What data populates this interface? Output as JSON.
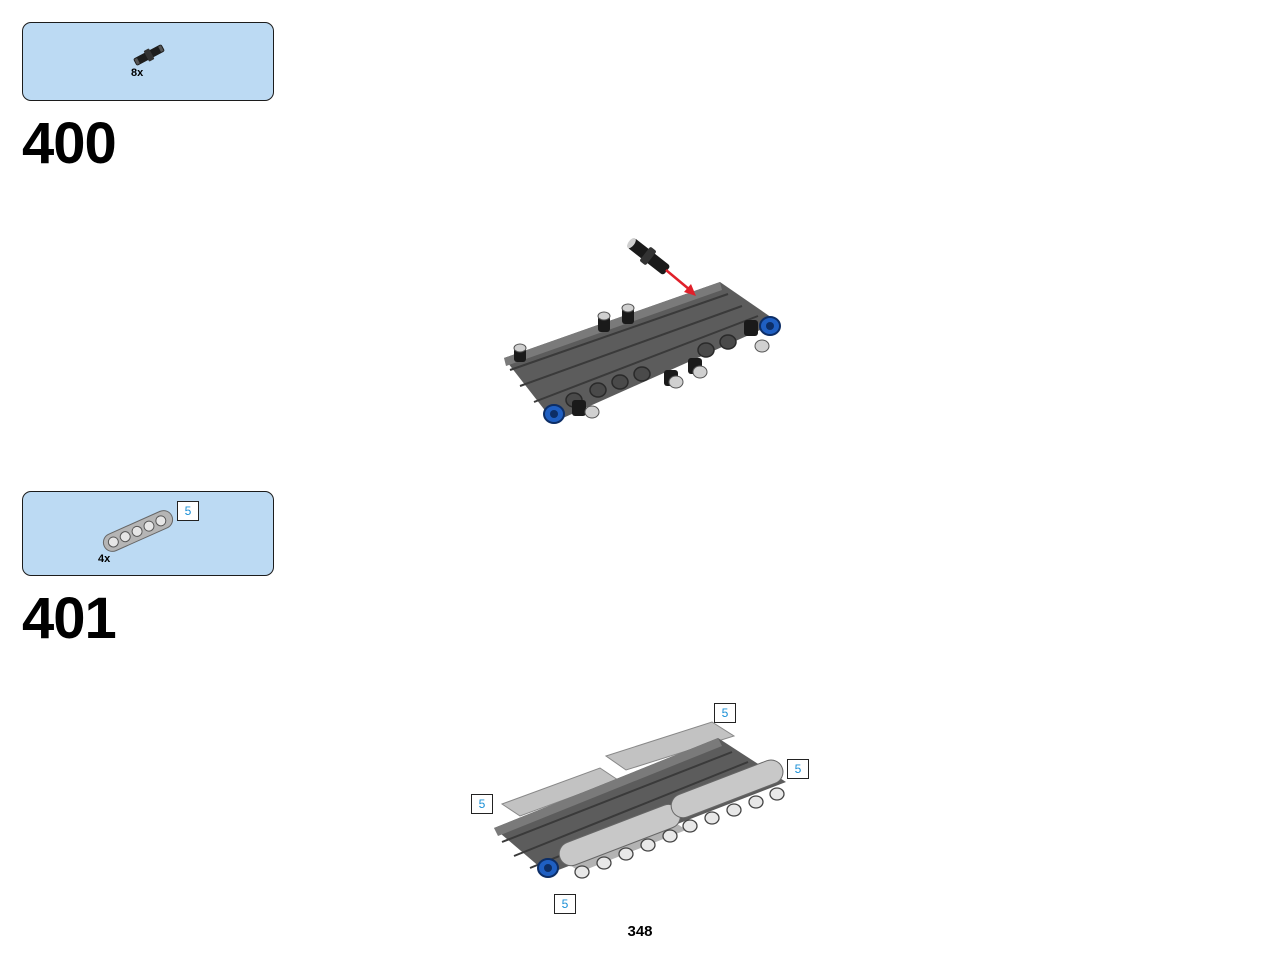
{
  "steps": [
    {
      "number": "400",
      "parts": [
        {
          "quantity": "8x",
          "icon": "friction-axle-pin-icon",
          "color": "#1a1a1a"
        }
      ],
      "action_arrow_color": "#e0202a"
    },
    {
      "number": "401",
      "parts": [
        {
          "quantity": "4x",
          "icon": "liftarm-5-icon",
          "length_label": "5",
          "color": "#a3a3a3"
        }
      ],
      "callouts": [
        "5",
        "5",
        "5",
        "5"
      ]
    }
  ],
  "page_number": "348",
  "colors": {
    "parts_panel_bg": "#bcdaf3",
    "dark_beam": "#6a6a6a",
    "light_beam": "#b3b3b3",
    "pin_blue": "#1f5fc2",
    "callout_text": "#1a8fd6"
  }
}
